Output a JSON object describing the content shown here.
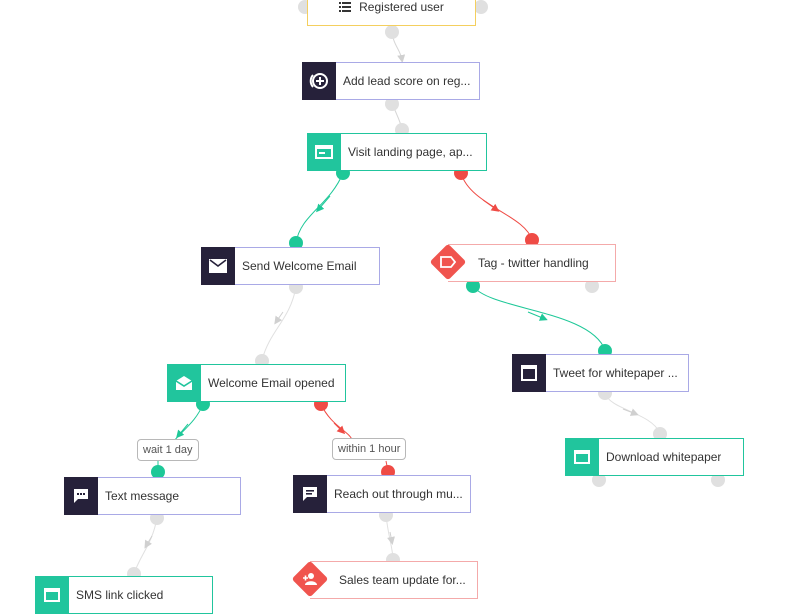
{
  "nodes": {
    "registered_user": "Registered user",
    "add_lead_score": "Add lead score on reg...",
    "visit_landing": "Visit landing page, ap...",
    "send_welcome": "Send Welcome Email",
    "tag_twitter": "Tag - twitter handling",
    "welcome_opened": "Welcome Email opened",
    "tweet_whitepaper": "Tweet for whitepaper ...",
    "download_whitepaper": "Download whitepaper",
    "text_message": "Text message",
    "reach_out": "Reach out through mu...",
    "sms_clicked": "SMS link clicked",
    "sales_update": "Sales team update for..."
  },
  "conditions": {
    "wait_1_day": "wait 1 day",
    "within_1_hour": "within 1 hour"
  },
  "colors": {
    "dark": "#26213a",
    "green": "#21c59d",
    "red": "#ef4b45",
    "yellow": "#f4cf5e",
    "lavender": "#a9a9e6",
    "gray": "#e0e0e0"
  },
  "icons": {
    "registered_user": "list-icon",
    "add_lead_score": "add-score-icon",
    "visit_landing": "browser-window-icon",
    "send_welcome": "mail-icon",
    "tag_twitter": "tag-icon",
    "welcome_opened": "mail-open-icon",
    "tweet_whitepaper": "square-icon",
    "download_whitepaper": "browser-window-icon",
    "text_message": "chat-icon",
    "reach_out": "chat-icon",
    "sms_clicked": "browser-window-icon",
    "sales_update": "add-user-icon"
  }
}
